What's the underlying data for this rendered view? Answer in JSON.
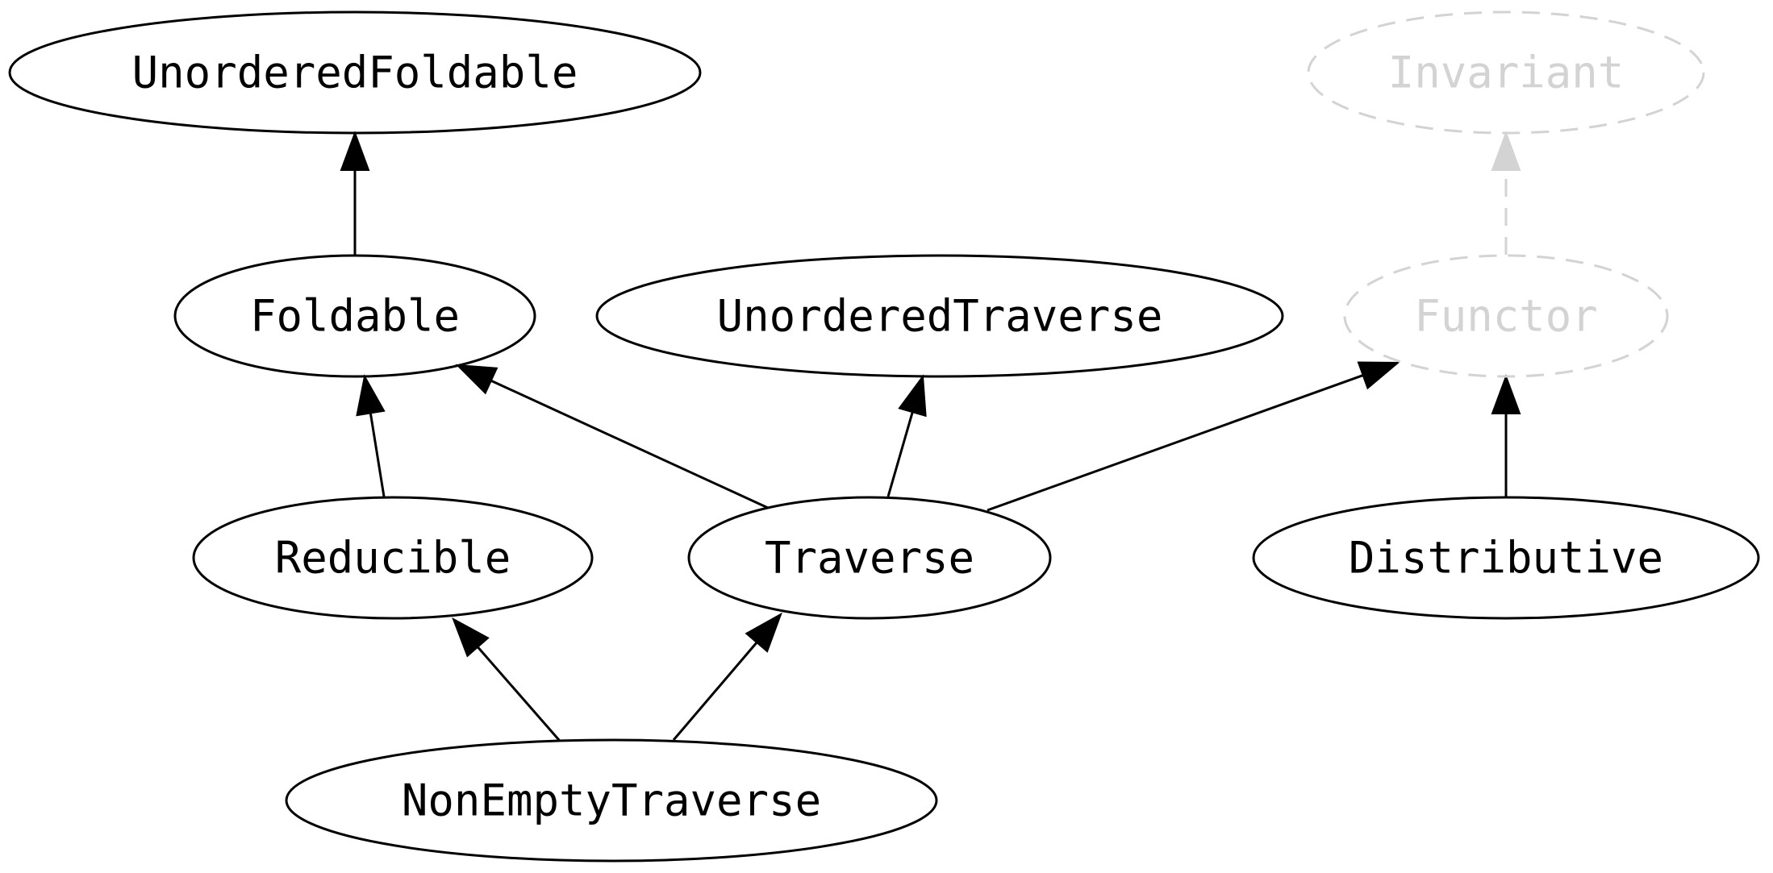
{
  "diagram": {
    "nodes": [
      {
        "id": "unordered-foldable",
        "label": "UnorderedFoldable",
        "style": "solid"
      },
      {
        "id": "invariant",
        "label": "Invariant",
        "style": "dashed"
      },
      {
        "id": "foldable",
        "label": "Foldable",
        "style": "solid"
      },
      {
        "id": "unordered-traverse",
        "label": "UnorderedTraverse",
        "style": "solid"
      },
      {
        "id": "functor",
        "label": "Functor",
        "style": "dashed"
      },
      {
        "id": "reducible",
        "label": "Reducible",
        "style": "solid"
      },
      {
        "id": "traverse",
        "label": "Traverse",
        "style": "solid"
      },
      {
        "id": "distributive",
        "label": "Distributive",
        "style": "solid"
      },
      {
        "id": "non-empty-traverse",
        "label": "NonEmptyTraverse",
        "style": "solid"
      }
    ],
    "edges": [
      {
        "from": "foldable",
        "to": "unordered-foldable",
        "style": "solid"
      },
      {
        "from": "functor",
        "to": "invariant",
        "style": "dashed"
      },
      {
        "from": "reducible",
        "to": "foldable",
        "style": "solid"
      },
      {
        "from": "traverse",
        "to": "foldable",
        "style": "solid"
      },
      {
        "from": "traverse",
        "to": "unordered-traverse",
        "style": "solid"
      },
      {
        "from": "traverse",
        "to": "functor",
        "style": "solid"
      },
      {
        "from": "distributive",
        "to": "functor",
        "style": "solid"
      },
      {
        "from": "non-empty-traverse",
        "to": "reducible",
        "style": "solid"
      },
      {
        "from": "non-empty-traverse",
        "to": "traverse",
        "style": "solid"
      }
    ],
    "colors": {
      "solid": "#000000",
      "dashed": "#d3d3d3",
      "background": "#ffffff"
    }
  }
}
